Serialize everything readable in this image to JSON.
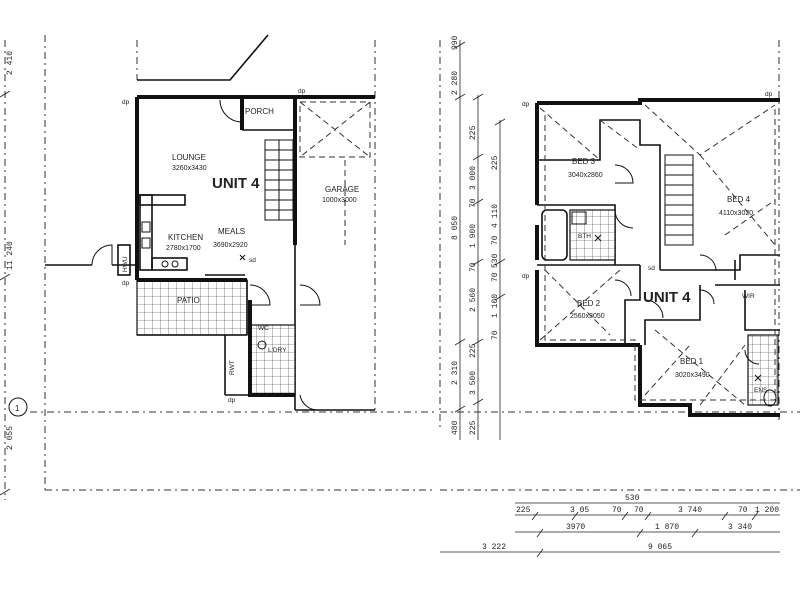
{
  "ground": {
    "unit_label": "UNIT 4",
    "rooms": {
      "porch": "PORCH",
      "lounge": "LOUNGE",
      "lounge_size": "3260x3430",
      "garage": "GARAGE",
      "garage_size": "1000x3000",
      "kitchen": "KITCHEN",
      "kitchen_size": "2780x1700",
      "meals": "MEALS",
      "meals_size": "3690x2920",
      "patio": "PATIO",
      "ldry": "L'DRY",
      "wc": "WC",
      "rwt": "RWT",
      "hwu": "HWU"
    },
    "marks": {
      "dp": "dp",
      "sd": "sd"
    },
    "grid_marker": "1",
    "left_dims": [
      "2 410",
      "11 240",
      "2 055"
    ]
  },
  "upper": {
    "unit_label": "UNIT 4",
    "rooms": {
      "bed3": "BED 3",
      "bed3_size": "3040x2860",
      "bed4": "BED 4",
      "bed4_size": "4110x3020",
      "bed2": "BED 2",
      "bed2_size": "2560x3050",
      "bed1": "BED 1",
      "bed1_size": "3020x3490",
      "bth": "BTH",
      "wir": "WIR",
      "ens": "ENS"
    },
    "marks": {
      "dp": "dp",
      "sd": "sd"
    },
    "vertical_dims_outer": [
      "990",
      "2 280",
      "8 050",
      "2 310",
      "480"
    ],
    "vertical_dims_inner": [
      "225",
      "3 000",
      "70",
      "1 900",
      "70",
      "2 560",
      "225",
      "3 500",
      "225"
    ],
    "vertical_dims_mid": [
      "225",
      "4 110",
      "70",
      "530",
      "70",
      "1 100",
      "70"
    ],
    "bottom_dims_row1": [
      "530"
    ],
    "bottom_dims_row2": [
      "225",
      "3 05",
      "70",
      "70",
      "3 740",
      "70",
      "1 200"
    ],
    "bottom_dims_row3": [
      "3970",
      "1 870",
      "3 340"
    ],
    "bottom_dims_row4": [
      "3 222",
      "9 065"
    ]
  }
}
